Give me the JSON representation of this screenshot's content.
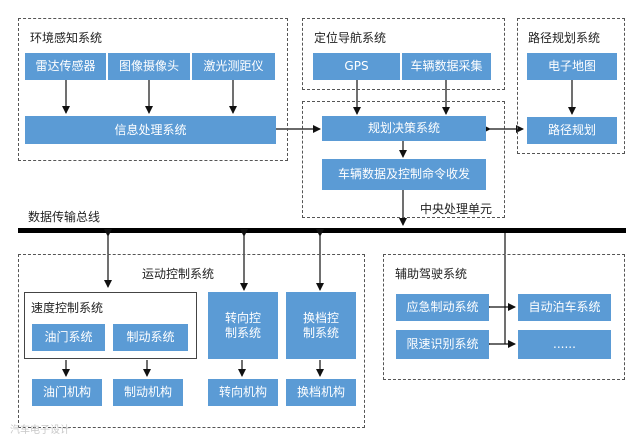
{
  "groups": {
    "perception": "环境感知系统",
    "navigation": "定位导航系统",
    "planning": "路径规划系统",
    "cpu": "中央处理单元",
    "motion": "运动控制系统",
    "speed": "速度控制系统",
    "assist": "辅助驾驶系统"
  },
  "boxes": {
    "radar": "雷达传感器",
    "camera": "图像摄像头",
    "lidar": "激光测距仪",
    "info": "信息处理系统",
    "gps": "GPS",
    "vehicle_data": "车辆数据采集",
    "emap": "电子地图",
    "path": "路径规划",
    "decision": "规划决策系统",
    "comm": "车辆数据及控制命令收发",
    "throttle_sys": "油门系统",
    "brake_sys": "制动系统",
    "steer_ctrl": "转向控制系统",
    "gear_ctrl": "换档控制系统",
    "throttle_mech": "油门机构",
    "brake_mech": "制动机构",
    "steer_mech": "转向机构",
    "gear_mech": "换档机构",
    "emergency": "应急制动系统",
    "parking": "自动泊车系统",
    "speed_limit": "限速识别系统",
    "more": "......"
  },
  "bus": "数据传输总线",
  "watermark": "汽车电子设计"
}
